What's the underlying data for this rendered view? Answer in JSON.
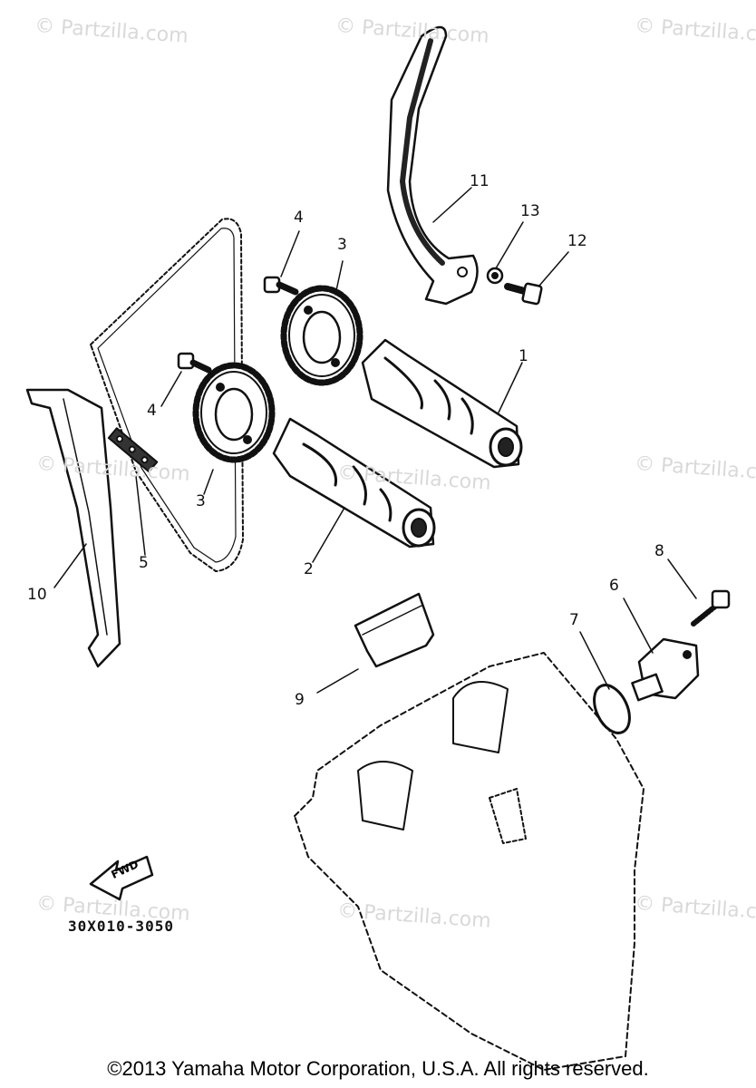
{
  "callouts": {
    "c1": "1",
    "c2": "2",
    "c3a": "3",
    "c3b": "3",
    "c4a": "4",
    "c4b": "4",
    "c5": "5",
    "c6": "6",
    "c7": "7",
    "c8": "8",
    "c9": "9",
    "c10": "10",
    "c11": "11",
    "c12": "12",
    "c13": "13"
  },
  "watermark_text": "© Partzilla.com",
  "fwd_label": "FWD",
  "diagram_code": "30X010-3050",
  "copyright": "©2013  Yamaha Motor Corporation, U.S.A. All rights reserved."
}
